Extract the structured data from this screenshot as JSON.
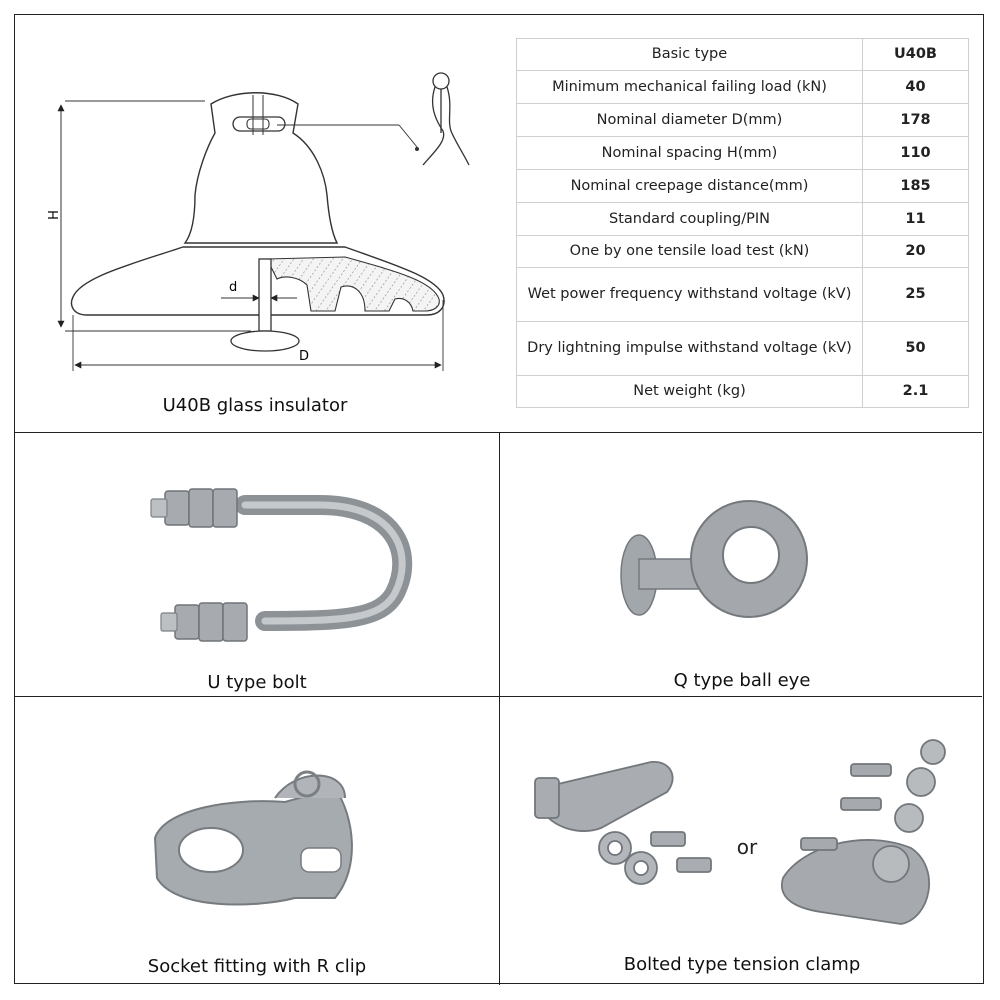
{
  "diagram": {
    "caption": "U40B glass insulator",
    "label_h": "H",
    "label_d_small": "d",
    "label_d_big": "D"
  },
  "spec_table": {
    "rows": [
      {
        "label": "Basic type",
        "value": "U40B"
      },
      {
        "label": "Minimum mechanical failing load (kN)",
        "value": "40"
      },
      {
        "label": "Nominal diameter D(mm)",
        "value": "178"
      },
      {
        "label": "Nominal spacing H(mm)",
        "value": "110"
      },
      {
        "label": "Nominal creepage distance(mm)",
        "value": "185"
      },
      {
        "label": "Standard coupling/PIN",
        "value": "11"
      },
      {
        "label": "One by one tensile load test (kN)",
        "value": "20"
      },
      {
        "label": "Wet power frequency withstand voltage (kV)",
        "value": "25"
      },
      {
        "label": "Dry lightning impulse withstand voltage (kV)",
        "value": "50"
      },
      {
        "label": "Net weight (kg)",
        "value": "2.1"
      }
    ]
  },
  "products": [
    {
      "caption": "U type bolt"
    },
    {
      "caption": "Q type ball eye"
    },
    {
      "caption": "Socket fitting with R clip"
    },
    {
      "caption": "Bolted type tension clamp",
      "joiner": "or"
    }
  ],
  "colors": {
    "border": "#222222",
    "metal": "#9ea3a8",
    "metal_dark": "#6f7479",
    "table_border": "#cfcfcf"
  }
}
